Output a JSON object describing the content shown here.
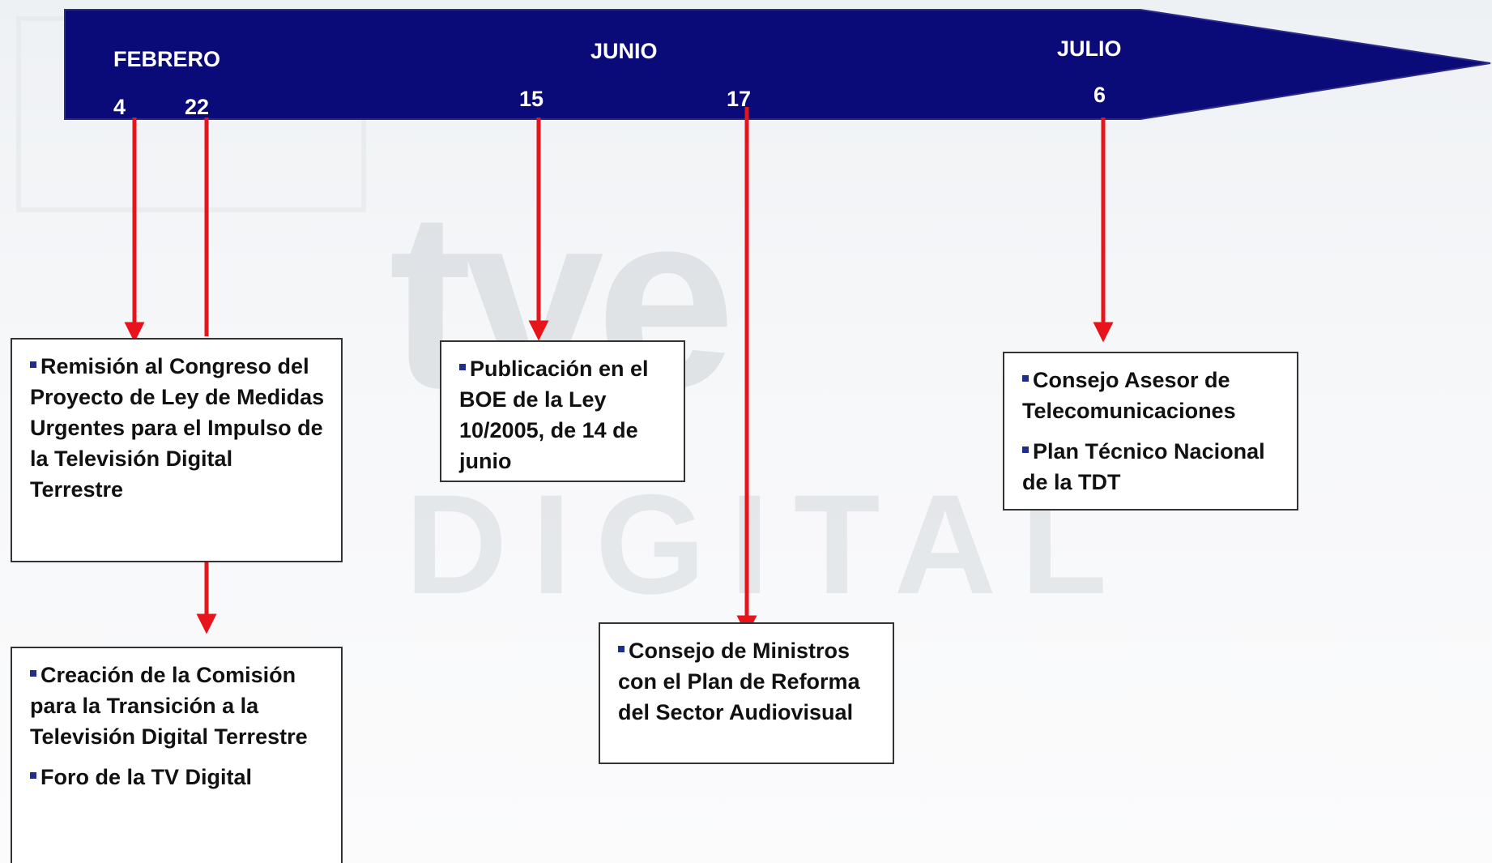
{
  "timeline": {
    "months": [
      {
        "id": "feb",
        "label": "FEBRERO"
      },
      {
        "id": "jun",
        "label": "JUNIO"
      },
      {
        "id": "jul",
        "label": "JULIO"
      }
    ],
    "days": [
      {
        "id": "d4",
        "label": "4"
      },
      {
        "id": "d22",
        "label": "22"
      },
      {
        "id": "d15",
        "label": "15"
      },
      {
        "id": "d17",
        "label": "17"
      },
      {
        "id": "d6",
        "label": "6"
      }
    ]
  },
  "events": {
    "feb4": [
      "Remisión al Congreso del Proyecto de Ley de Medidas Urgentes para el Impulso de la Televisión Digital Terrestre"
    ],
    "feb22": [
      "Creación de la Comisión para la Transición a la Televisión Digital Terrestre",
      "Foro de la TV Digital"
    ],
    "jun15": [
      "Publicación en el BOE de la Ley 10/2005, de 14 de junio"
    ],
    "jun17": [
      "Consejo de Ministros con el Plan de Reforma del Sector Audiovisual"
    ],
    "jul6": [
      "Consejo Asesor de Telecomunicaciones",
      "Plan Técnico Nacional de la TDT"
    ]
  },
  "colors": {
    "arrow_fill": "#0a0a78",
    "connector": "#e8141c",
    "bullet": "#1f2d8c"
  }
}
